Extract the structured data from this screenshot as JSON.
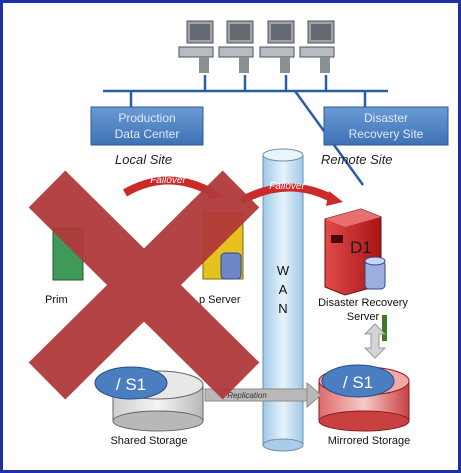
{
  "boxes": {
    "production": "Production\nData Center",
    "recovery": "Disaster\nRecovery Site"
  },
  "sites": {
    "local": "Local Site",
    "remote": "Remote Site"
  },
  "failover": {
    "left": "Failover",
    "right": "Failover"
  },
  "wan": [
    "W",
    "A",
    "N"
  ],
  "servers": {
    "primary": "Prim",
    "backup": "p Server",
    "dr_line1": "Disaster Recovery",
    "dr_line2": "Server",
    "dr_badge": "D1"
  },
  "storage": {
    "shared_label": "Shared Storage",
    "shared_volume": "/ S1",
    "mirrored_label": "Mirrored Storage",
    "mirrored_volume": "/ S1",
    "replication": "Replication"
  },
  "colors": {
    "border": "#1f2fa8",
    "box_fill": "#4f86c6",
    "cross": "#b03a3a",
    "dr_server": "#cc1f1f",
    "wan_fill": "#cfe6f5"
  }
}
